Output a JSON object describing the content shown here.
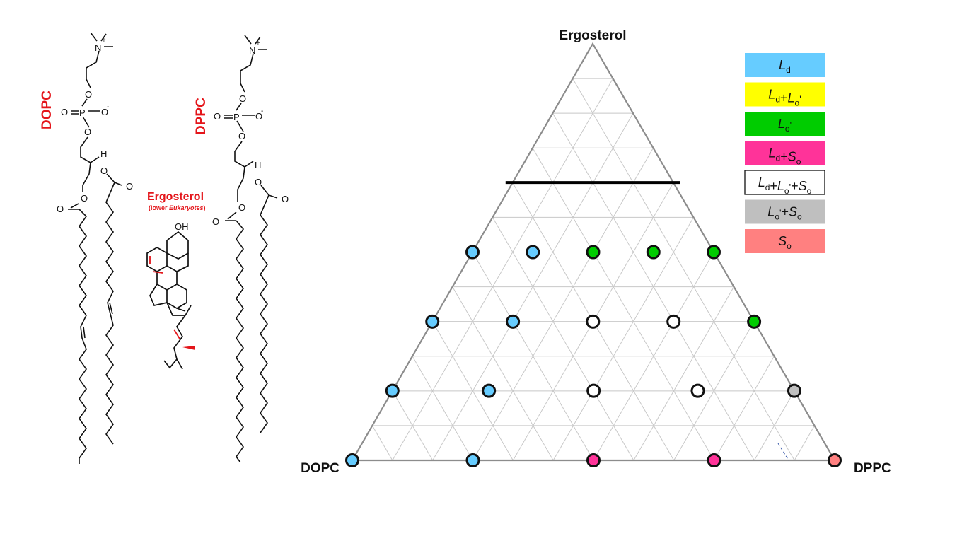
{
  "molecules": {
    "dopc": {
      "label": "DOPC",
      "head_plus": "+",
      "head_n": "N",
      "phosphate_p": "P",
      "o": "O",
      "o_minus": "O",
      "minus": "-",
      "h": "H"
    },
    "dppc": {
      "label": "DPPC",
      "head_plus": "+",
      "head_n": "N",
      "phosphate_p": "P",
      "o": "O",
      "o_minus": "O",
      "minus": "-",
      "h": "H"
    },
    "ergosterol": {
      "title": "Ergosterol",
      "subtitle_pre": "(lower ",
      "subtitle_em": "Eukaryotes",
      "subtitle_post": ")",
      "oh": "OH"
    }
  },
  "ternary": {
    "apex_top": "Ergosterol",
    "apex_left": "DOPC",
    "apex_right": "DPPC",
    "grid_divisions": 12,
    "solubility_limit_ergosterol_fraction": 0.667,
    "colors": {
      "Ld": "#66ccff",
      "Ld+Lo'": "#ffff00",
      "Lo'": "#00cc00",
      "Ld+So": "#ff3399",
      "Ld+Lo'+So": "#ffffff",
      "Lo'+So": "#bfbfbf",
      "So": "#ff8080"
    },
    "points": [
      {
        "ergosterol": 0.5,
        "dppc": 0.0,
        "phase": "Ld"
      },
      {
        "ergosterol": 0.5,
        "dppc": 0.125,
        "phase": "Ld"
      },
      {
        "ergosterol": 0.5,
        "dppc": 0.25,
        "phase": "Lo'"
      },
      {
        "ergosterol": 0.5,
        "dppc": 0.375,
        "phase": "Lo'"
      },
      {
        "ergosterol": 0.5,
        "dppc": 0.5,
        "phase": "Lo'"
      },
      {
        "ergosterol": 0.333,
        "dppc": 0.0,
        "phase": "Ld"
      },
      {
        "ergosterol": 0.333,
        "dppc": 0.167,
        "phase": "Ld"
      },
      {
        "ergosterol": 0.333,
        "dppc": 0.333,
        "phase": "Ld+Lo'+So"
      },
      {
        "ergosterol": 0.333,
        "dppc": 0.5,
        "phase": "Ld+Lo'+So"
      },
      {
        "ergosterol": 0.333,
        "dppc": 0.667,
        "phase": "Lo'"
      },
      {
        "ergosterol": 0.167,
        "dppc": 0.0,
        "phase": "Ld"
      },
      {
        "ergosterol": 0.167,
        "dppc": 0.2,
        "phase": "Ld"
      },
      {
        "ergosterol": 0.167,
        "dppc": 0.417,
        "phase": "Ld+Lo'+So"
      },
      {
        "ergosterol": 0.167,
        "dppc": 0.633,
        "phase": "Ld+Lo'+So"
      },
      {
        "ergosterol": 0.167,
        "dppc": 0.833,
        "phase": "Lo'+So"
      },
      {
        "ergosterol": 0.0,
        "dppc": 0.0,
        "phase": "Ld"
      },
      {
        "ergosterol": 0.0,
        "dppc": 0.25,
        "phase": "Ld"
      },
      {
        "ergosterol": 0.0,
        "dppc": 0.5,
        "phase": "Ld+So"
      },
      {
        "ergosterol": 0.0,
        "dppc": 0.75,
        "phase": "Ld+So"
      },
      {
        "ergosterol": 0.0,
        "dppc": 1.0,
        "phase": "So"
      }
    ]
  },
  "legend": [
    {
      "phase": "Ld",
      "parts": [
        [
          "L",
          "d"
        ]
      ],
      "color": "#66ccff"
    },
    {
      "phase": "Ld+Lo'",
      "parts": [
        [
          "L",
          "d"
        ],
        [
          "+"
        ],
        [
          "L",
          "o",
          "'"
        ]
      ],
      "color": "#ffff00"
    },
    {
      "phase": "Lo'",
      "parts": [
        [
          "L",
          "o",
          "'"
        ]
      ],
      "color": "#00cc00"
    },
    {
      "phase": "Ld+So",
      "parts": [
        [
          "L",
          "d"
        ],
        [
          "+"
        ],
        [
          "S",
          "o"
        ]
      ],
      "color": "#ff3399"
    },
    {
      "phase": "Ld+Lo'+So",
      "parts": [
        [
          "L",
          "d"
        ],
        [
          "+"
        ],
        [
          "L",
          "o",
          "'"
        ],
        [
          "+"
        ],
        [
          "S",
          "o"
        ]
      ],
      "color": "#ffffff"
    },
    {
      "phase": "Lo'+So",
      "parts": [
        [
          "L",
          "o",
          "'"
        ],
        [
          "+"
        ],
        [
          "S",
          "o"
        ]
      ],
      "color": "#bfbfbf"
    },
    {
      "phase": "So",
      "parts": [
        [
          "S",
          "o"
        ]
      ],
      "color": "#ff8080"
    }
  ]
}
